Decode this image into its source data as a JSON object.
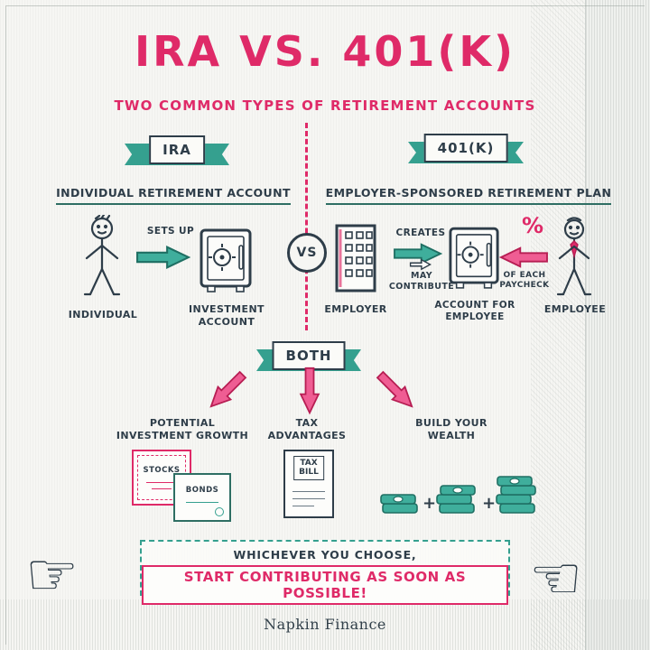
{
  "colors": {
    "pink": "#df2a68",
    "teal": "#35a08f",
    "ink": "#2e3d49"
  },
  "header": {
    "title": "IRA VS. 401(K)",
    "subtitle": "TWO COMMON TYPES OF RETIREMENT ACCOUNTS"
  },
  "left": {
    "ribbon": "IRA",
    "heading": "INDIVIDUAL RETIREMENT ACCOUNT",
    "figure_label": "INDIVIDUAL",
    "arrow_label": "SETS UP",
    "account_label": "INVESTMENT ACCOUNT"
  },
  "vs_label": "VS",
  "right": {
    "ribbon": "401(K)",
    "heading": "EMPLOYER-SPONSORED RETIREMENT PLAN",
    "employer_label": "EMPLOYER",
    "creates_label": "CREATES",
    "contribute_label": "MAY CONTRIBUTE",
    "account_label": "ACCOUNT FOR EMPLOYEE",
    "percent": "%",
    "paycheck_label": "OF EACH PAYCHECK",
    "employee_label": "EMPLOYEE"
  },
  "both": {
    "ribbon": "BOTH"
  },
  "benefits": [
    {
      "label": "POTENTIAL INVESTMENT GROWTH"
    },
    {
      "label": "TAX ADVANTAGES"
    },
    {
      "label": "BUILD YOUR WEALTH"
    }
  ],
  "icons": {
    "stocks": "STOCKS",
    "bonds": "BONDS",
    "tax_bill": "TAX\nBILL",
    "plus": "+"
  },
  "cta": {
    "line1": "WHICHEVER YOU CHOOSE,",
    "line2": "START CONTRIBUTING AS SOON AS POSSIBLE!"
  },
  "footer": "Napkin Finance"
}
